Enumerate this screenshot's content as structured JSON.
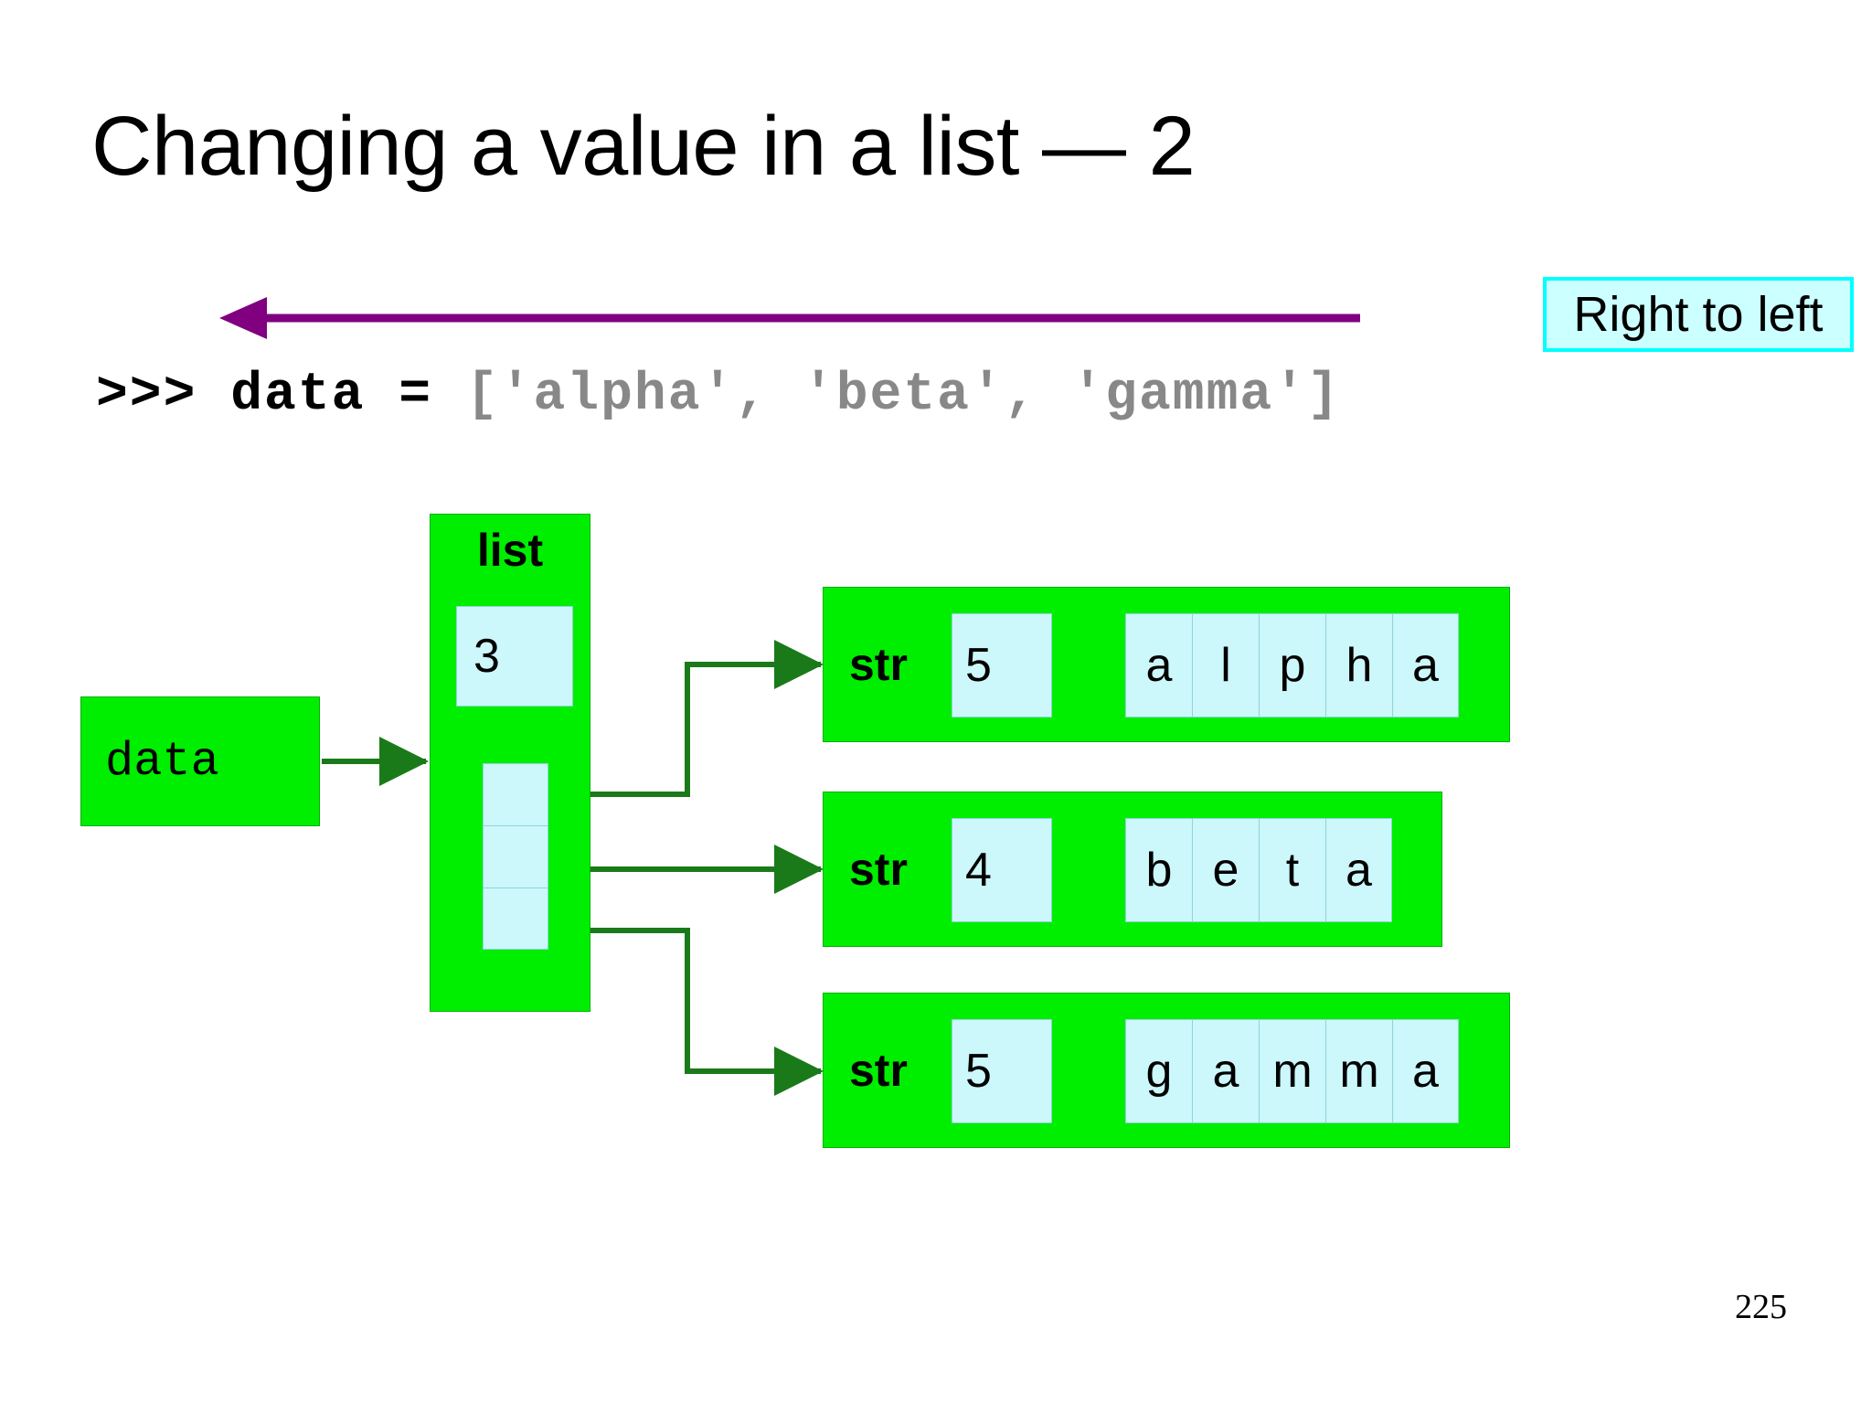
{
  "slide": {
    "title": "Changing a value in a list — 2",
    "page_number": "225"
  },
  "annotation": {
    "arrow_icon": "left-arrow-icon",
    "arrow_color": "#800080",
    "badge_label": "Right to left",
    "badge_fill": "#ccffff",
    "badge_border": "#00ffff"
  },
  "code": {
    "prompt": ">>> ",
    "statement": "data = ",
    "literal": "['alpha', 'beta', 'gamma']"
  },
  "diagram": {
    "object_fill": "#00ee00",
    "cell_fill": "#ccf7fb",
    "connector_color": "#1a7a1a",
    "variable": {
      "name": "data"
    },
    "list_object": {
      "type_label": "list",
      "refcount": "3",
      "slot_count": 3
    },
    "str_objects": [
      {
        "type_label": "str",
        "refcount": "5",
        "chars": [
          "a",
          "l",
          "p",
          "h",
          "a"
        ]
      },
      {
        "type_label": "str",
        "refcount": "4",
        "chars": [
          "b",
          "e",
          "t",
          "a"
        ]
      },
      {
        "type_label": "str",
        "refcount": "5",
        "chars": [
          "g",
          "a",
          "m",
          "m",
          "a"
        ]
      }
    ]
  }
}
